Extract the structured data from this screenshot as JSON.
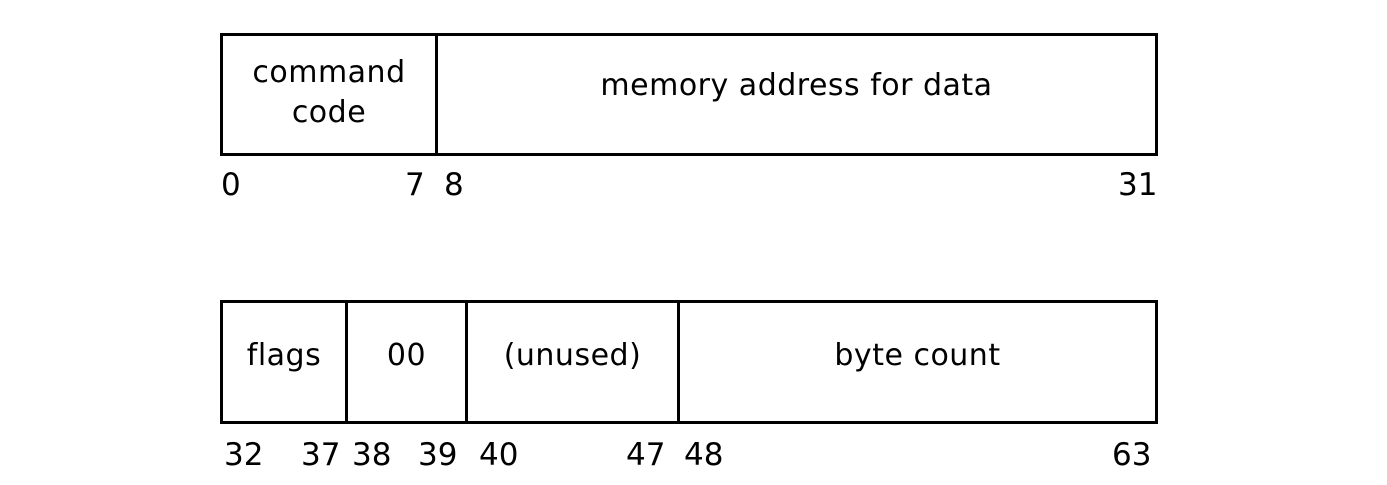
{
  "word1": {
    "fields": [
      {
        "label": "command\ncode"
      },
      {
        "label": "memory address for data"
      }
    ],
    "bits": [
      "0",
      "7",
      "8",
      "31"
    ]
  },
  "word2": {
    "fields": [
      {
        "label": "flags"
      },
      {
        "label": "00"
      },
      {
        "label": "(unused)"
      },
      {
        "label": "byte count"
      }
    ],
    "bits": [
      "32",
      "37",
      "38",
      "39",
      "40",
      "47",
      "48",
      "63"
    ]
  }
}
